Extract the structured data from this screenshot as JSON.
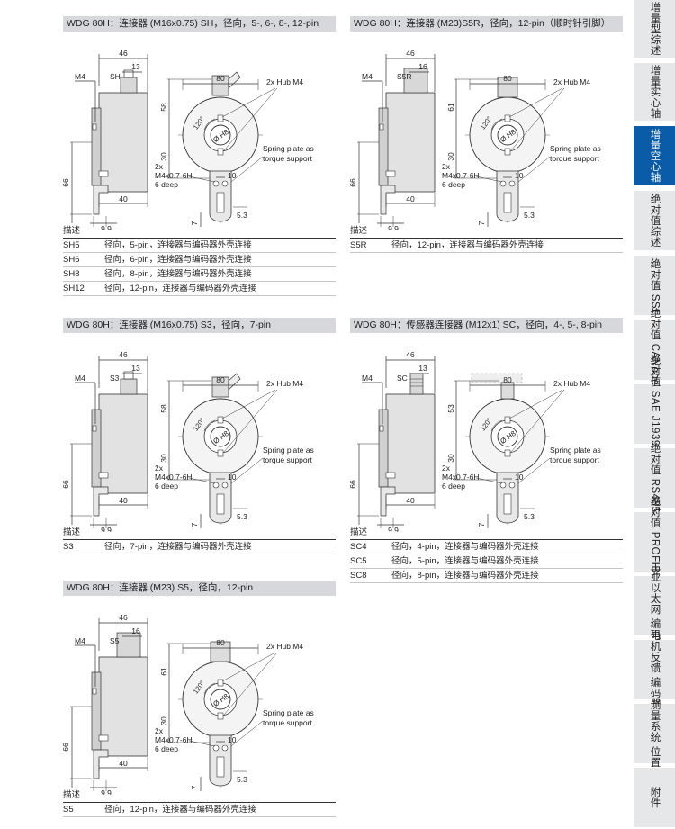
{
  "panels": [
    {
      "title": "WDG 80H：连接器 (M16x0.75) SH，径向，5-, 6-, 8-, 12-pin",
      "variant": "m16",
      "code": "SH",
      "dims": {
        "d46": "46",
        "d13": "13",
        "d80": "80",
        "d58": "58",
        "d30": "30",
        "d66": "66",
        "d40": "40",
        "d99": "9.9",
        "d53": "5.3",
        "d10": "10",
        "d7": "7",
        "a120": "120°",
        "m4": "M4",
        "hub": "2x Hub M4",
        "bore": "Ø H8",
        "spring1": "Spring plate as",
        "spring2": "torque support",
        "thread1": "2x",
        "thread2": "M4x0.7-6H",
        "thread3": "6 deep"
      },
      "legend_header": "描述",
      "rows": [
        {
          "code": "SH5",
          "desc": "径向，5-pin，连接器与编码器外壳连接"
        },
        {
          "code": "SH6",
          "desc": "径向，6-pin，连接器与编码器外壳连接"
        },
        {
          "code": "SH8",
          "desc": "径向，8-pin，连接器与编码器外壳连接"
        },
        {
          "code": "SH12",
          "desc": "径向，12-pin，连接器与编码器外壳连接"
        }
      ]
    },
    {
      "title": "WDG 80H：连接器 (M23)S5R，径向，12-pin（顺时针引脚）",
      "variant": "m23",
      "code": "S5R",
      "dims": {
        "d46": "46",
        "d13": "16",
        "d80": "80",
        "d58": "61",
        "d30": "30",
        "d66": "66",
        "d40": "40",
        "d99": "9.9",
        "d53": "5.3",
        "d10": "10",
        "d7": "7",
        "a120": "120°",
        "m4": "M4",
        "hub": "2x Hub M4",
        "bore": "Ø H8",
        "spring1": "Spring plate as",
        "spring2": "torque support",
        "thread1": "2x",
        "thread2": "M4x0.7-6H",
        "thread3": "6 deep"
      },
      "legend_header": "描述",
      "rows": [
        {
          "code": "S5R",
          "desc": "径向，12-pin，连接器与编码器外壳连接"
        }
      ]
    },
    {
      "title": "WDG 80H：连接器 (M16x0.75) S3，径向，7-pin",
      "variant": "m16",
      "code": "S3",
      "dims": {
        "d46": "46",
        "d13": "13",
        "d80": "80",
        "d58": "58",
        "d30": "30",
        "d66": "66",
        "d40": "40",
        "d99": "9.9",
        "d53": "5.3",
        "d10": "10",
        "d7": "7",
        "a120": "120°",
        "m4": "M4",
        "hub": "2x Hub M4",
        "bore": "Ø H8",
        "spring1": "Spring plate as",
        "spring2": "torque support",
        "thread1": "2x",
        "thread2": "M4x0.7-6H",
        "thread3": "6 deep"
      },
      "legend_header": "描述",
      "rows": [
        {
          "code": "S3",
          "desc": "径向，7-pin，连接器与编码器外壳连接"
        }
      ]
    },
    {
      "title": "WDG 80H：传感器连接器 (M12x1) SC，径向，4-, 5-, 8-pin",
      "variant": "m12",
      "code": "SC",
      "dims": {
        "d46": "46",
        "d13": "13",
        "d80": "80",
        "d58": "53",
        "d30": "30",
        "d66": "66",
        "d40": "40",
        "d99": "9.9",
        "d53": "5.3",
        "d10": "10",
        "d7": "7",
        "a120": "120°",
        "m4": "M4",
        "hub": "2x Hub M4",
        "bore": "Ø H8",
        "spring1": "Spring plate as",
        "spring2": "torque support",
        "thread1": "2x",
        "thread2": "M4x0.7-6H",
        "thread3": "6 deep"
      },
      "legend_header": "描述",
      "rows": [
        {
          "code": "SC4",
          "desc": "径向，4-pin，连接器与编码器外壳连接"
        },
        {
          "code": "SC5",
          "desc": "径向，5-pin，连接器与编码器外壳连接"
        },
        {
          "code": "SC8",
          "desc": "径向，8-pin，连接器与编码器外壳连接"
        }
      ]
    },
    {
      "title": "WDG 80H：连接器 (M23) S5，径向，12-pin",
      "variant": "m23",
      "code": "S5",
      "dims": {
        "d46": "46",
        "d13": "16",
        "d80": "80",
        "d58": "61",
        "d30": "30",
        "d66": "66",
        "d40": "40",
        "d99": "9.9",
        "d53": "5.3",
        "d10": "10",
        "d7": "7",
        "a120": "120°",
        "m4": "M4",
        "hub": "2x Hub M4",
        "bore": "Ø H8",
        "spring1": "Spring plate as",
        "spring2": "torque support",
        "thread1": "2x",
        "thread2": "M4x0.7-6H",
        "thread3": "6 deep"
      },
      "legend_header": "描述",
      "rows": [
        {
          "code": "S5",
          "desc": "径向，12-pin，连接器与编码器外壳连接"
        }
      ]
    }
  ],
  "sidebar": [
    {
      "label": "增量型综述",
      "active": false
    },
    {
      "label": "增量实心轴",
      "active": false
    },
    {
      "label": "增量空心轴",
      "active": true
    },
    {
      "label": "绝对值综述",
      "active": false
    },
    {
      "label": "绝对值 SSI",
      "active": false
    },
    {
      "label": "绝对值 CANopen",
      "active": false
    },
    {
      "label": "绝对值 SAE J1939 CAN",
      "active": false
    },
    {
      "label": "绝对值 RS485",
      "active": false
    },
    {
      "label": "绝对值 PROFIBUS",
      "active": false
    },
    {
      "label": "工业以太网 编码器",
      "active": false
    },
    {
      "label": "电机反馈 编码器",
      "active": false
    },
    {
      "label": "测量系统 位置",
      "active": false
    },
    {
      "label": "附件",
      "active": false
    }
  ]
}
